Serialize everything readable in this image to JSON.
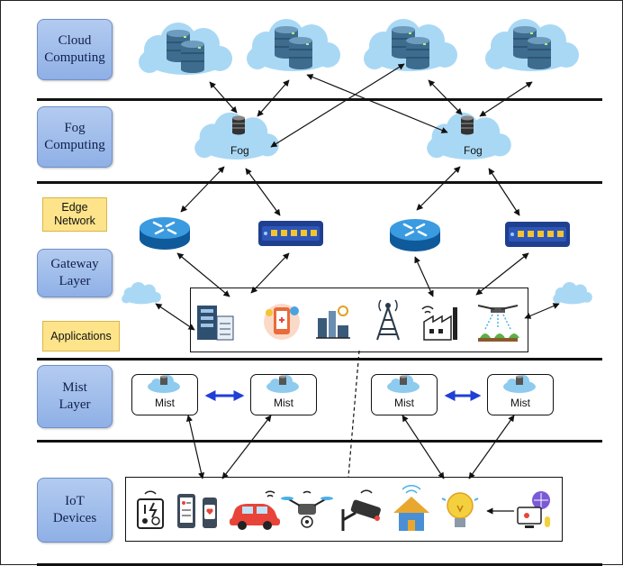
{
  "layers": {
    "cloud": "Cloud Computing",
    "fog": "Fog Computing",
    "edge": "Edge Network",
    "gateway": "Gateway Layer",
    "applications": "Applications",
    "mist": "Mist Layer",
    "iot": "IoT Devices"
  },
  "labels": {
    "fog_left": "Fog",
    "fog_right": "Fog",
    "mist_1": "Mist",
    "mist_2": "Mist",
    "mist_3": "Mist",
    "mist_4": "Mist"
  },
  "icons": {
    "cloud_servers": [
      "database-cloud-icon",
      "database-cloud-icon",
      "database-cloud-icon",
      "database-cloud-icon"
    ],
    "edge_devices": [
      "router-icon",
      "network-switch-icon",
      "router-icon",
      "network-switch-icon"
    ],
    "applications": [
      "server-building-icon",
      "mobile-health-app-icon",
      "smart-factory-icon",
      "cell-tower-icon",
      "smart-industry-icon",
      "agriculture-drone-icon"
    ],
    "iot_devices": [
      "smart-sensor-icon",
      "smartwatch-icon",
      "connected-car-icon",
      "drone-icon",
      "security-camera-icon",
      "smart-home-icon",
      "smart-bulb-icon",
      "connected-computer-icon"
    ]
  },
  "colors": {
    "layer_fill": "#a7c1ee",
    "label_fill": "#fde48a",
    "cloud_fill": "#a9d8f5",
    "database": "#3d6c8f",
    "arrow": "#111111",
    "mist_arrow": "#1f3fd6"
  }
}
